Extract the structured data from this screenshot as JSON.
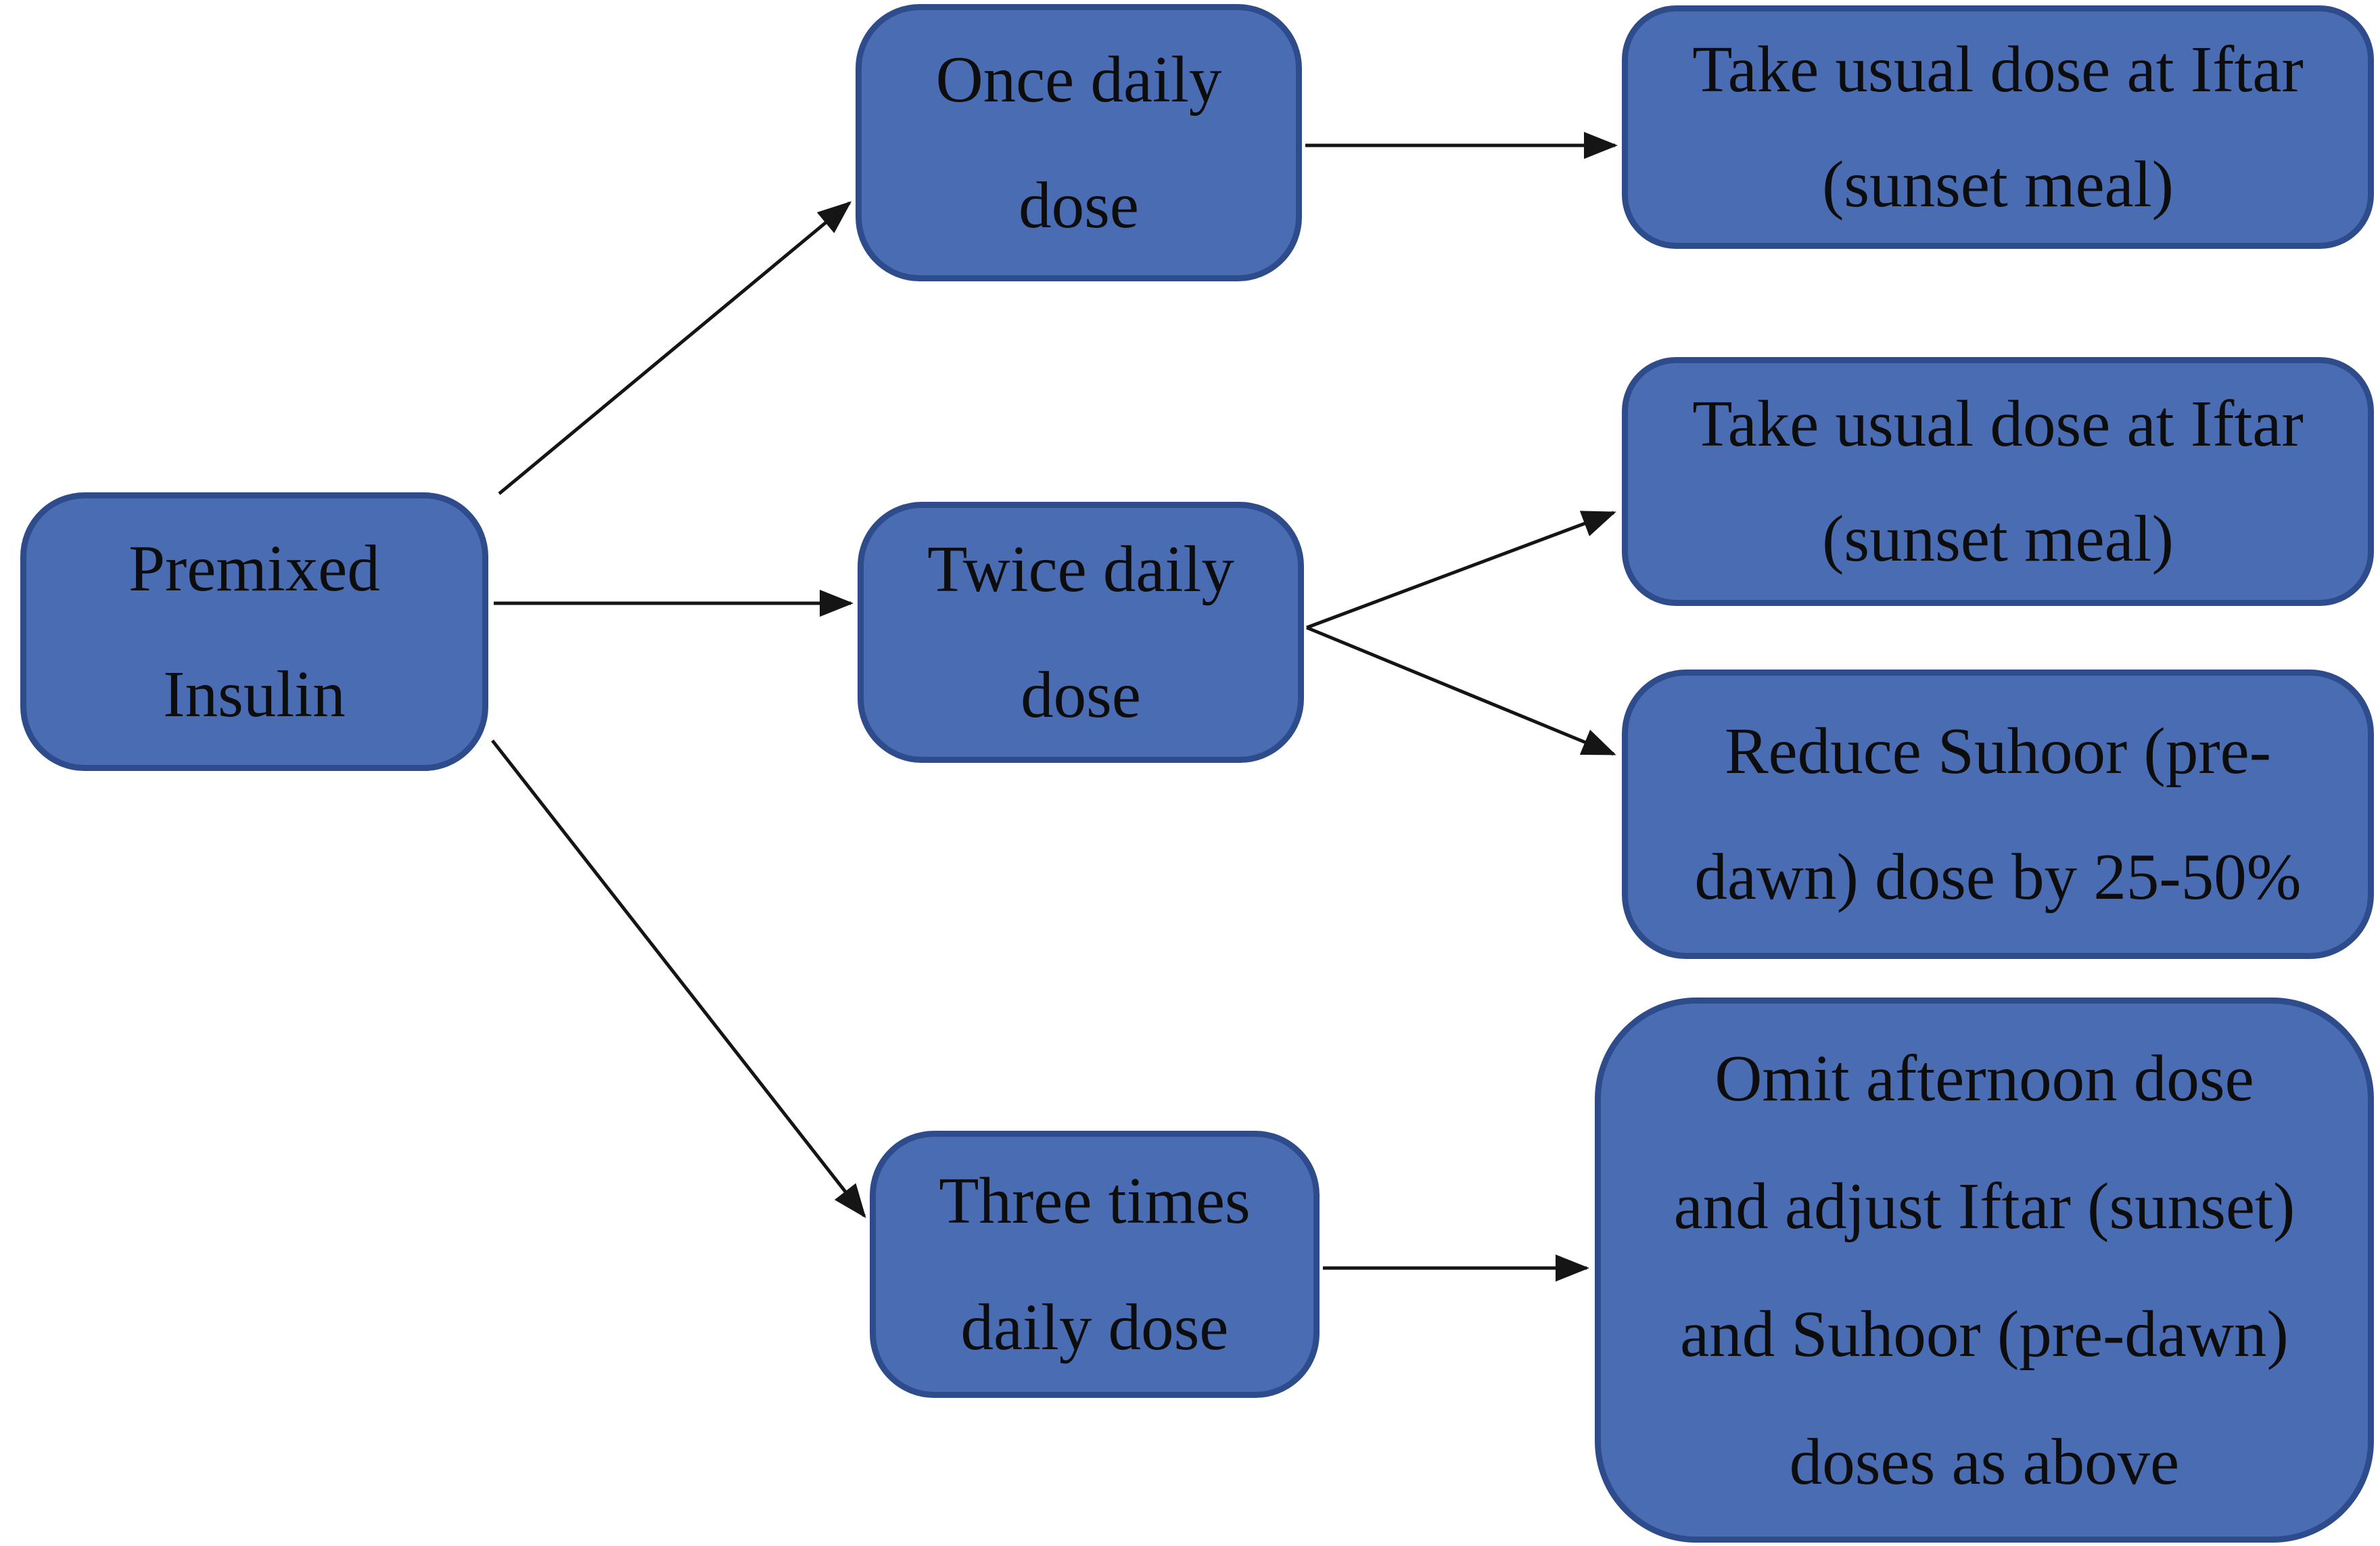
{
  "diagram": {
    "type": "flowchart",
    "orientation": "left-to-right"
  },
  "colors": {
    "node_fill": "#4a6cb3",
    "node_border": "#2e4c8c",
    "arrow": "#151515",
    "text": "#0d0d0d",
    "background": "#ffffff"
  },
  "nodes": {
    "premixed": {
      "lines": [
        "Premixed",
        "Insulin"
      ]
    },
    "once": {
      "lines": [
        "Once daily",
        "dose"
      ]
    },
    "twice": {
      "lines": [
        "Twice daily",
        "dose"
      ]
    },
    "three": {
      "lines": [
        "Three times",
        "daily dose"
      ]
    },
    "take_iftar_once": {
      "lines": [
        "Take usual dose at Iftar",
        "(sunset meal)"
      ]
    },
    "take_iftar_twice": {
      "lines": [
        "Take usual dose at Iftar",
        "(sunset meal)"
      ]
    },
    "reduce_suhoor": {
      "lines": [
        "Reduce Suhoor (pre-",
        "dawn) dose by 25-50%"
      ]
    },
    "omit_afternoon": {
      "lines": [
        "Omit afternoon dose",
        "and adjust Iftar (sunset)",
        "and Suhoor (pre-dawn)",
        "doses as above"
      ]
    }
  },
  "edges": [
    {
      "from": "premixed",
      "to": "once"
    },
    {
      "from": "premixed",
      "to": "twice"
    },
    {
      "from": "premixed",
      "to": "three"
    },
    {
      "from": "once",
      "to": "take_iftar_once"
    },
    {
      "from": "twice",
      "to": "take_iftar_twice"
    },
    {
      "from": "twice",
      "to": "reduce_suhoor"
    },
    {
      "from": "three",
      "to": "omit_afternoon"
    }
  ]
}
